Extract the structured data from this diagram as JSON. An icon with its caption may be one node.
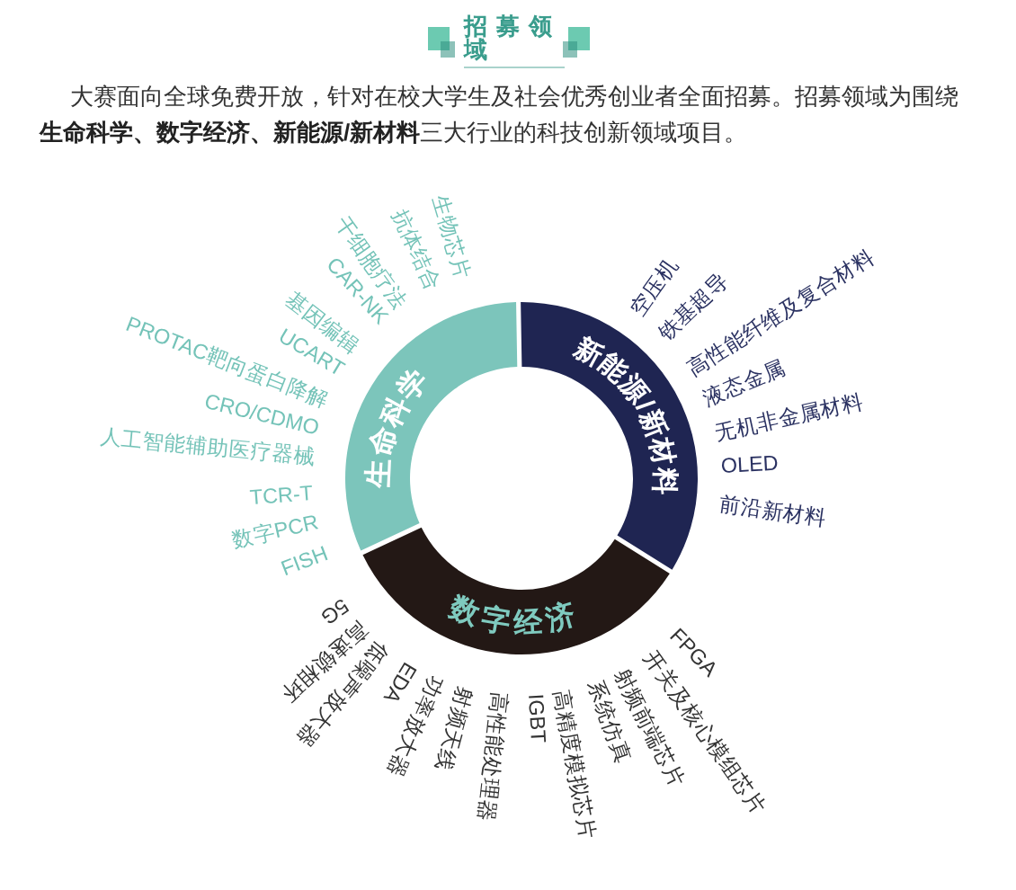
{
  "diagram": {
    "title": "招募领域",
    "nodes": [
      {
        "text": [
          "生命科学"
        ],
        "beside": [
          "生物芯片",
          "抗体结合",
          "干细胞疗法",
          "CAR-NK",
          "基因编辑",
          "UCART",
          "PROTAC靶向蛋白降解",
          "CRO/CDMO",
          "人工智能辅助医疗器械",
          "TCR-T",
          "数字PCR",
          "FISH"
        ]
      },
      {
        "text": [
          "新能源/新材料"
        ],
        "beside": [
          "空压机",
          "铁基超导",
          "高性能纤维及复合材料",
          "液态金属",
          "无机非金属材料",
          "OLED",
          "前沿新材料"
        ]
      },
      {
        "text": [
          "数字经济"
        ],
        "beside": [
          "5G",
          "高速锁相环",
          "低噪声放大器",
          "EDA",
          "功率放大器",
          "射频天线",
          "高性能处理器",
          "IGBT",
          "高精度模拟芯片",
          "系统仿真",
          "射频前端芯片",
          "开关及核心模组芯片",
          "FPGA"
        ]
      }
    ],
    "labels": [
      "大赛面向全球免费开放，针对在校大学生及社会优秀创业者全面招募。招募领域为围绕**生命科学、数字经济、新能源/新材料**三大行业的科技创新领域项目。"
    ]
  }
}
